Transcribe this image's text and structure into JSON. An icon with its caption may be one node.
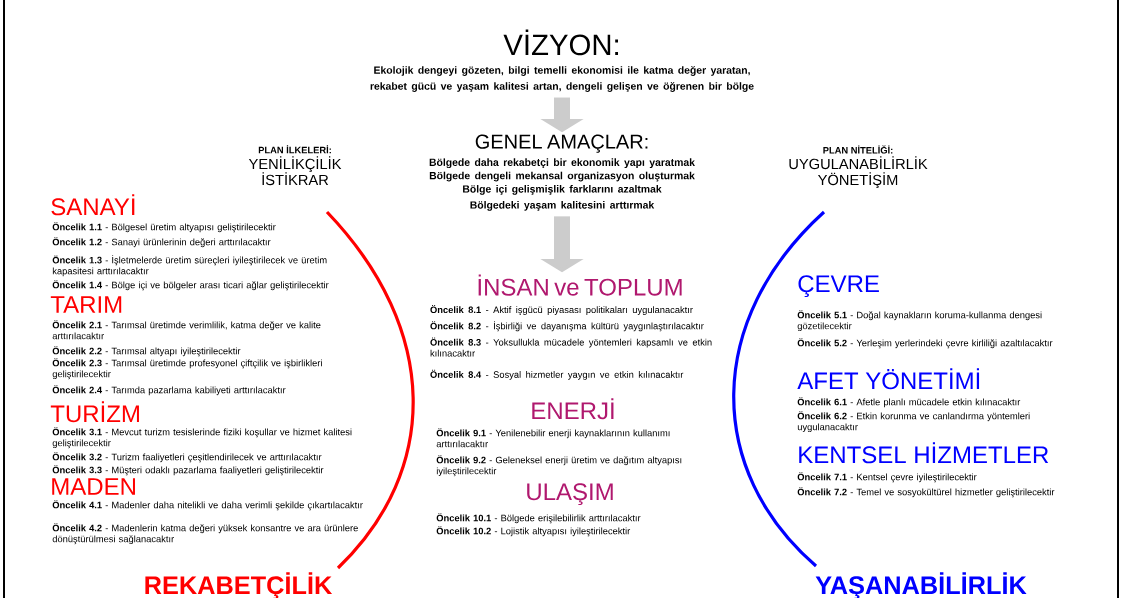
{
  "diagram": {
    "nodes": [
      {
        "text": [
          "VİZYON:",
          "Ekolojik dengeyi gözeten, bilgi temelli ekonomisi ile katma değer yaratan, rekabet gücü ve yaşam kalitesi artan, dengeli gelişen ve öğrenen bir bölge"
        ]
      },
      {
        "text": [
          "GENEL AMAÇLAR:",
          "Bölgede daha rekabetçi bir ekonomik yapı yaratmak",
          "Bölgede dengeli mekansal organizasyon oluşturmak",
          "Bölge içi gelişmişlik farklarını azaltmak",
          "Bölgedeki yaşam kalitesini arttırmak"
        ]
      },
      {
        "text": [
          "İNSAN ve TOPLUM",
          "**Öncelik 8.1** - Aktif işgücü piyasası politikaları uygulanacaktır",
          "**Öncelik 8.2** - İşbirliği ve dayanışma kültürü yaygınlaştırılacaktır",
          "**Öncelik 8.3** - Yoksullukla mücadele yöntemleri kapsamlı ve etkin kılınacaktır",
          "**Öncelik 8.4** - Sosyal hizmetler yaygın ve etkin kılınacaktır"
        ]
      }
    ],
    "edges": [
      {
        "from": 0,
        "to": 1,
        "arrow": "to"
      },
      {
        "from": 1,
        "to": 2,
        "arrow": "to"
      }
    ],
    "labels": [
      "PLAN İLKELERİ:",
      "YENİLİKÇİLİK",
      "İSTİKRAR",
      "PLAN NİTELİĞİ:",
      "UYGULANABİLİRLİK",
      "YÖNETİŞİM",
      "SANAYİ",
      "**Öncelik 1.1** - Bölgesel üretim altyapısı geliştirilecektir",
      "**Öncelik 1.2** - Sanayi ürünlerinin değeri arttırılacaktır",
      "**Öncelik 1.3** - İşletmelerde üretim süreçleri iyileştirilecek ve üretim kapasitesi arttırılacaktır",
      "**Öncelik 1.4** - Bölge içi ve bölgeler arası ticari ağlar geliştirilecektir",
      "TARIM",
      "**Öncelik 2.1** - Tarımsal üretimde verimlilik, katma değer ve kalite arttırılacaktır",
      "**Öncelik 2.2** - Tarımsal altyapı iyileştirilecektir",
      "**Öncelik 2.3** - Tarımsal üretimde profesyonel çiftçilik ve işbirlikleri geliştirilecektir",
      "**Öncelik 2.4** - Tarımda pazarlama kabiliyeti arttırılacaktır",
      "TURİZM",
      "**Öncelik 3.1** - Mevcut turizm tesislerinde fiziki koşullar ve hizmet kalitesi geliştirilecektir",
      "**Öncelik 3.2** - Turizm faaliyetleri çeşitlendirilecek ve arttırılacaktır",
      "**Öncelik 3.3** - Müşteri odaklı pazarlama faaliyetleri geliştirilecektir",
      "MADEN",
      "**Öncelik 4.1** - Madenler daha nitelikli ve daha verimli şekilde çıkartılacaktır",
      "**Öncelik 4.2** - Madenlerin katma değeri yüksek konsantre ve ara ürünlere dönüştürülmesi sağlanacaktır",
      "ENERJİ",
      "**Öncelik 9.1** - Yenilenebilir enerji kaynaklarının kullanımı arttırılacaktır",
      "**Öncelik 9.2** - Geleneksel enerji üretim ve dağıtım altyapısı iyileştirilecektir",
      "ULAŞIM",
      "**Öncelik 10.1** - Bölgede erişilebilirlik arttırılacaktır",
      "**Öncelik 10.2** - Lojistik altyapısı iyileştirilecektir",
      "ÇEVRE",
      "**Öncelik 5.1** - Doğal kaynakların koruma-kullanma dengesi gözetilecektir",
      "**Öncelik 5.2** - Yerleşim yerlerindeki çevre kirliliği azaltılacaktır",
      "AFET YÖNETİMİ",
      "**Öncelik 6.1** - Afetle planlı mücadele etkin kılınacaktır",
      "**Öncelik 6.2** - Etkin korunma ve canlandırma yöntemleri uygulanacaktır",
      "KENTSEL HİZMETLER",
      "**Öncelik 7.1** - Kentsel çevre iyileştirilecektir",
      "**Öncelik 7.2** - Temel ve sosyokültürel hizmetler geliştirilecektir",
      "REKABETÇİLİK",
      "YAŞANABİLİRLİK"
    ]
  }
}
